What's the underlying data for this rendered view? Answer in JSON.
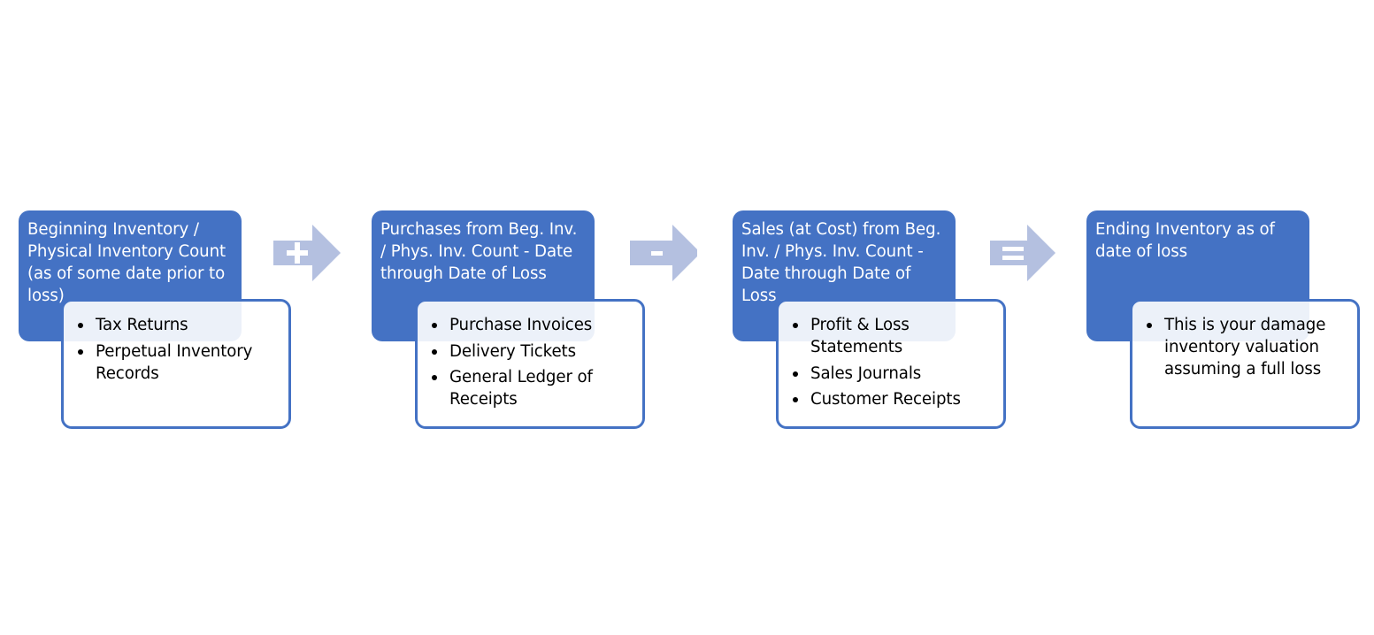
{
  "steps": [
    {
      "header": "Beginning Inventory / Physical Inventory Count (as of some date prior to loss)",
      "items": [
        "Tax Returns",
        "Perpetual Inventory Records"
      ]
    },
    {
      "header": "Purchases from Beg. Inv. / Phys. Inv. Count - Date through Date of Loss",
      "items": [
        "Purchase Invoices",
        "Delivery Tickets",
        "General Ledger of Receipts"
      ]
    },
    {
      "header": "Sales (at Cost) from Beg. Inv. / Phys. Inv. Count - Date through Date of Loss",
      "items": [
        "Profit & Loss Statements",
        "Sales Journals",
        "Customer Receipts"
      ]
    },
    {
      "header": "Ending Inventory as of date of loss",
      "items": [
        "This is your damage inventory valuation assuming a full loss"
      ]
    }
  ],
  "operators": [
    {
      "symbol": "plus-icon"
    },
    {
      "symbol": "minus-icon"
    },
    {
      "symbol": "equals-icon"
    }
  ],
  "colors": {
    "header_fill": "#4472c4",
    "detail_border": "#4472c4",
    "arrow_fill": "#b4c0e0",
    "header_text": "#ffffff",
    "detail_text": "#000000"
  }
}
